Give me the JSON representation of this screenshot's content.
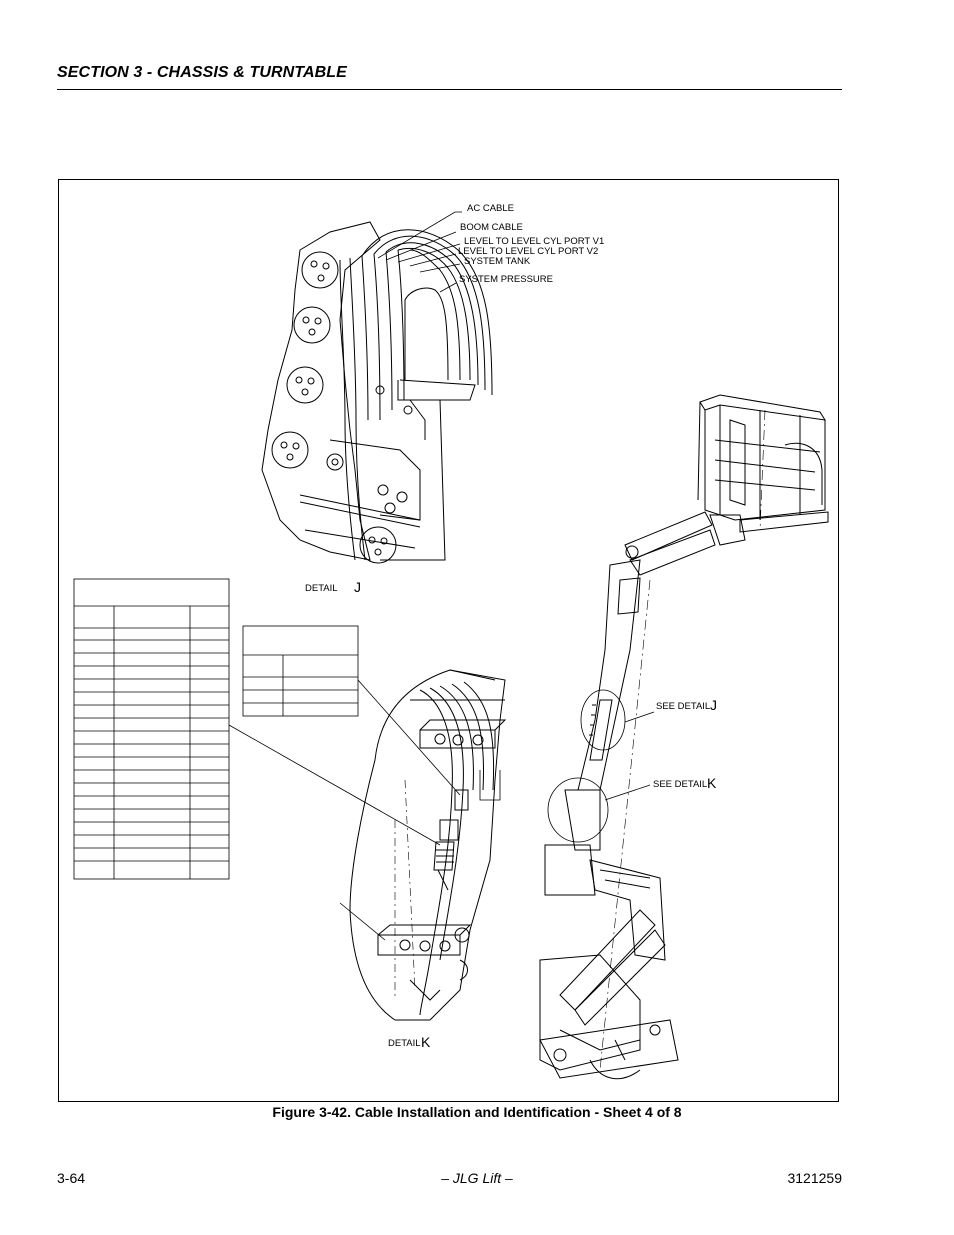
{
  "header": {
    "section_title": "SECTION 3 - CHASSIS & TURNTABLE"
  },
  "figure": {
    "cable_labels": [
      "AC CABLE",
      "BOOM CABLE",
      "LEVEL TO LEVEL CYL PORT V1",
      "LEVEL TO LEVEL CYL PORT V2",
      "SYSTEM TANK",
      "SYSTEM PRESSURE"
    ],
    "detail_j": {
      "word": "DETAIL",
      "letter": "J"
    },
    "detail_k": {
      "word": "DETAIL",
      "letter": "K"
    },
    "see_detail_j": {
      "word": "SEE DETAIL",
      "letter": "J"
    },
    "see_detail_k": {
      "word": "SEE DETAIL",
      "letter": "K"
    },
    "caption": "Figure 3-42.  Cable Installation and Identification - Sheet 4 of 8"
  },
  "footer": {
    "page_number": "3-64",
    "publisher": "– JLG Lift –",
    "doc_number": "3121259"
  }
}
